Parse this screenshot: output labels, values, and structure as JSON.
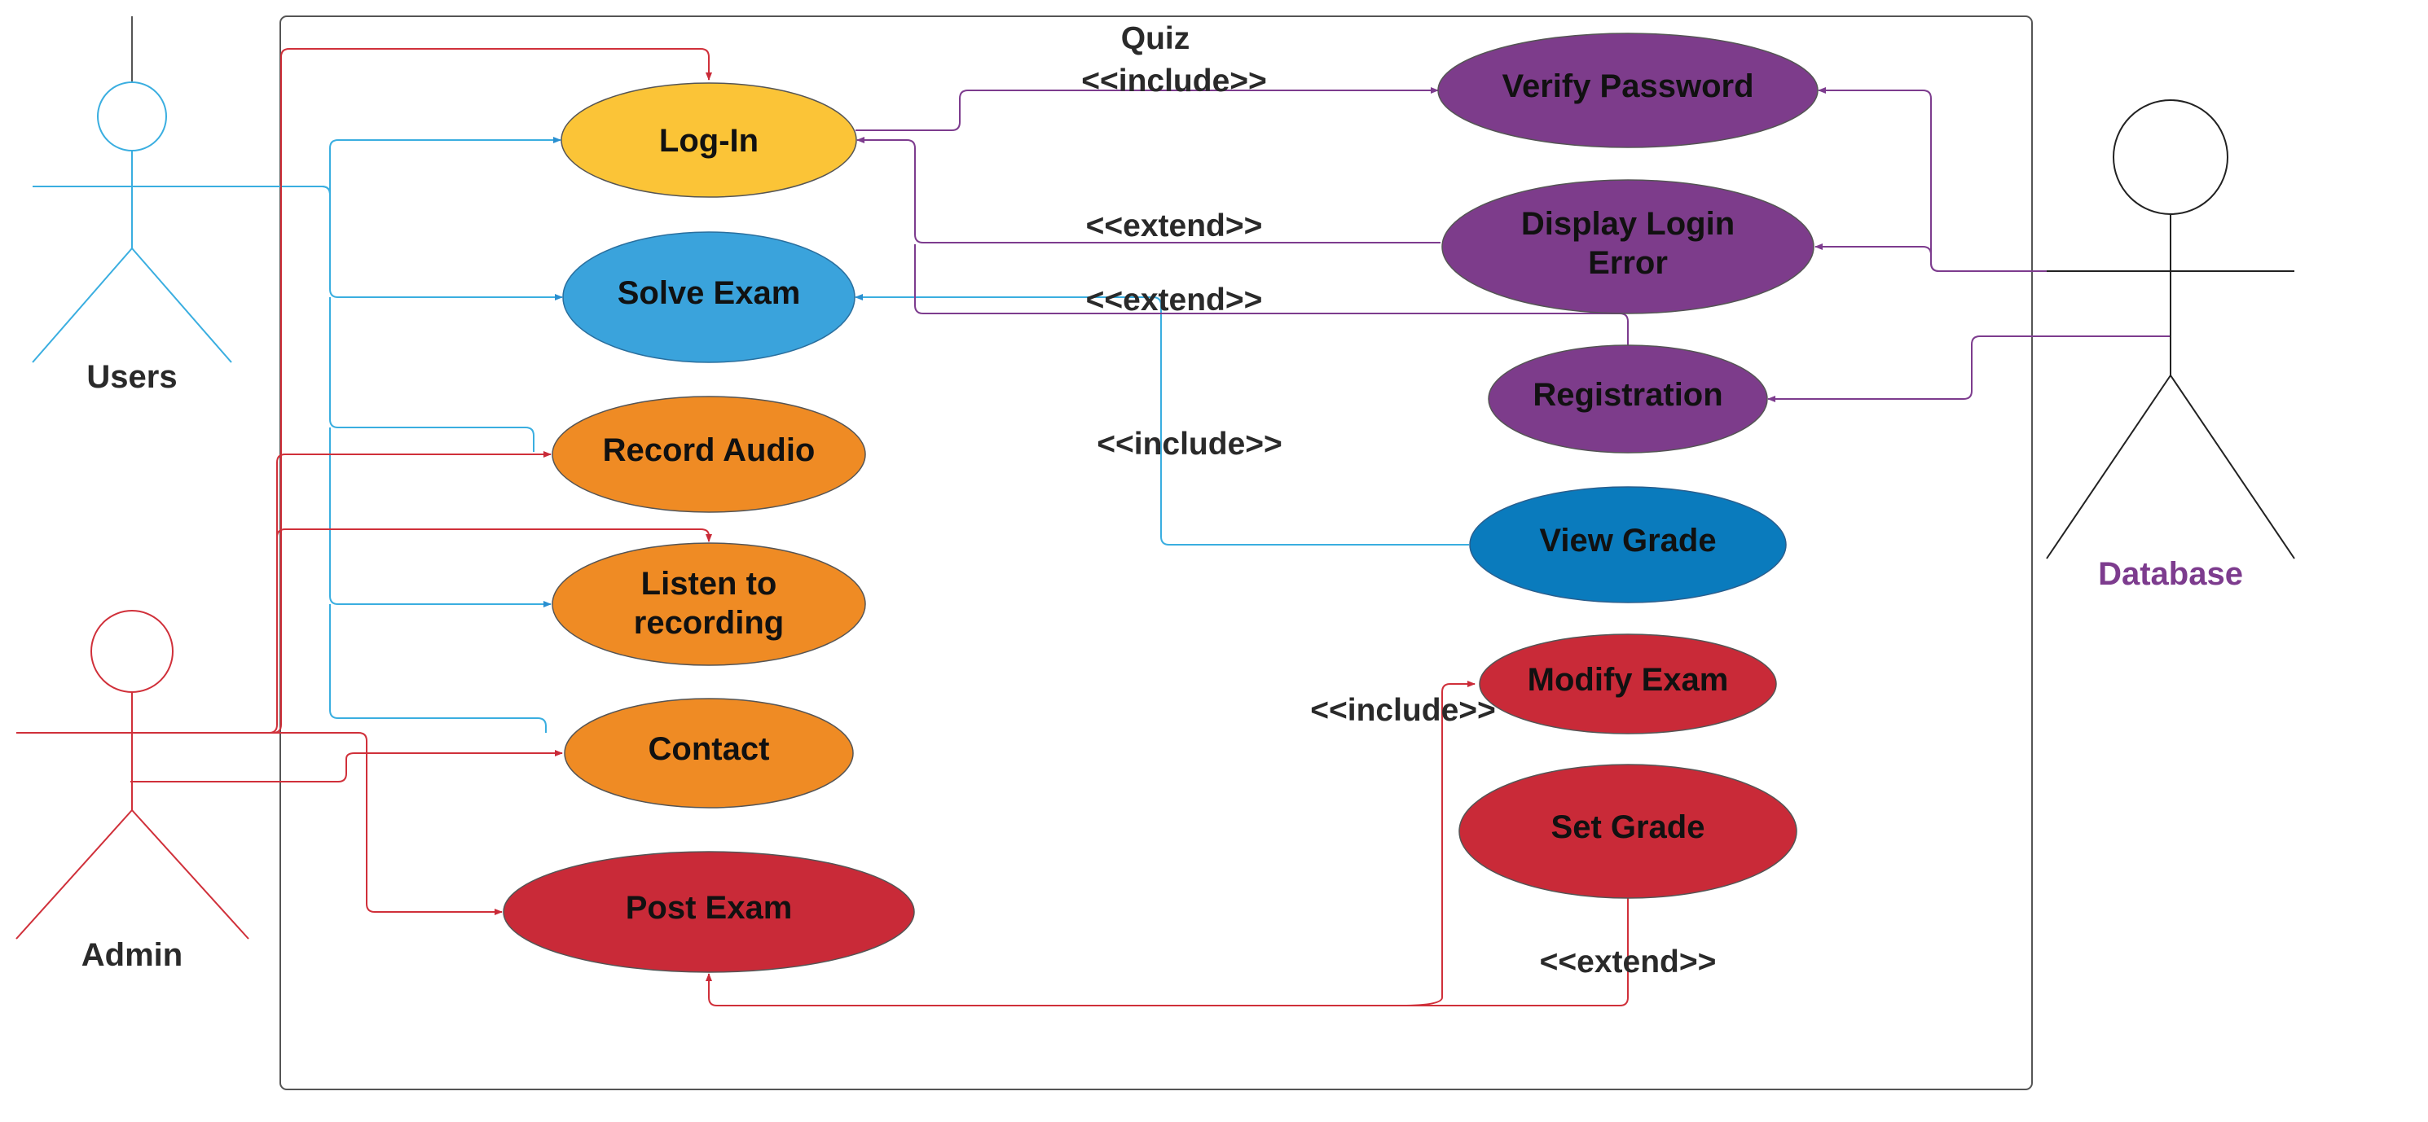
{
  "system": {
    "title": "Quiz"
  },
  "actors": {
    "users": {
      "label": "Users",
      "color": "#3aaee0"
    },
    "admin": {
      "label": "Admin",
      "color": "#d0303a"
    },
    "database": {
      "label": "Database",
      "label_color": "#7d3c8e",
      "line_color": "#222222"
    }
  },
  "use_cases": {
    "login": {
      "label": "Log-In",
      "color": "#fbc437"
    },
    "solve_exam": {
      "label": "Solve Exam",
      "color": "#3aa3dc"
    },
    "record_audio": {
      "label": "Record Audio",
      "color": "#ef8b24"
    },
    "listen": {
      "line1": "Listen to",
      "line2": "recording",
      "color": "#ef8b24"
    },
    "contact": {
      "label": "Contact",
      "color": "#ef8b24"
    },
    "post_exam": {
      "label": "Post Exam",
      "color": "#c92a38"
    },
    "verify_password": {
      "label": "Verify Password",
      "color": "#7d3c8b"
    },
    "display_error": {
      "line1": "Display Login",
      "line2": "Error",
      "color": "#7d3c8b"
    },
    "registration": {
      "label": "Registration",
      "color": "#7d3c8b"
    },
    "view_grade": {
      "label": "View Grade",
      "color": "#0a7bbd"
    },
    "modify_exam": {
      "label": "Modify Exam",
      "color": "#c92a38"
    },
    "set_grade": {
      "label": "Set Grade",
      "color": "#c92a38"
    }
  },
  "relation_labels": {
    "include_top": "<<include>>",
    "extend_error": "<<extend>>",
    "extend_register": "<<extend>>",
    "include_view": "<<include>>",
    "include_modify": "<<include>>",
    "extend_grade": "<<extend>>"
  },
  "colors": {
    "users_line": "#3aaee0",
    "admin_line": "#d0303a",
    "db_line": "#7d3c8e",
    "border": "#555555"
  }
}
